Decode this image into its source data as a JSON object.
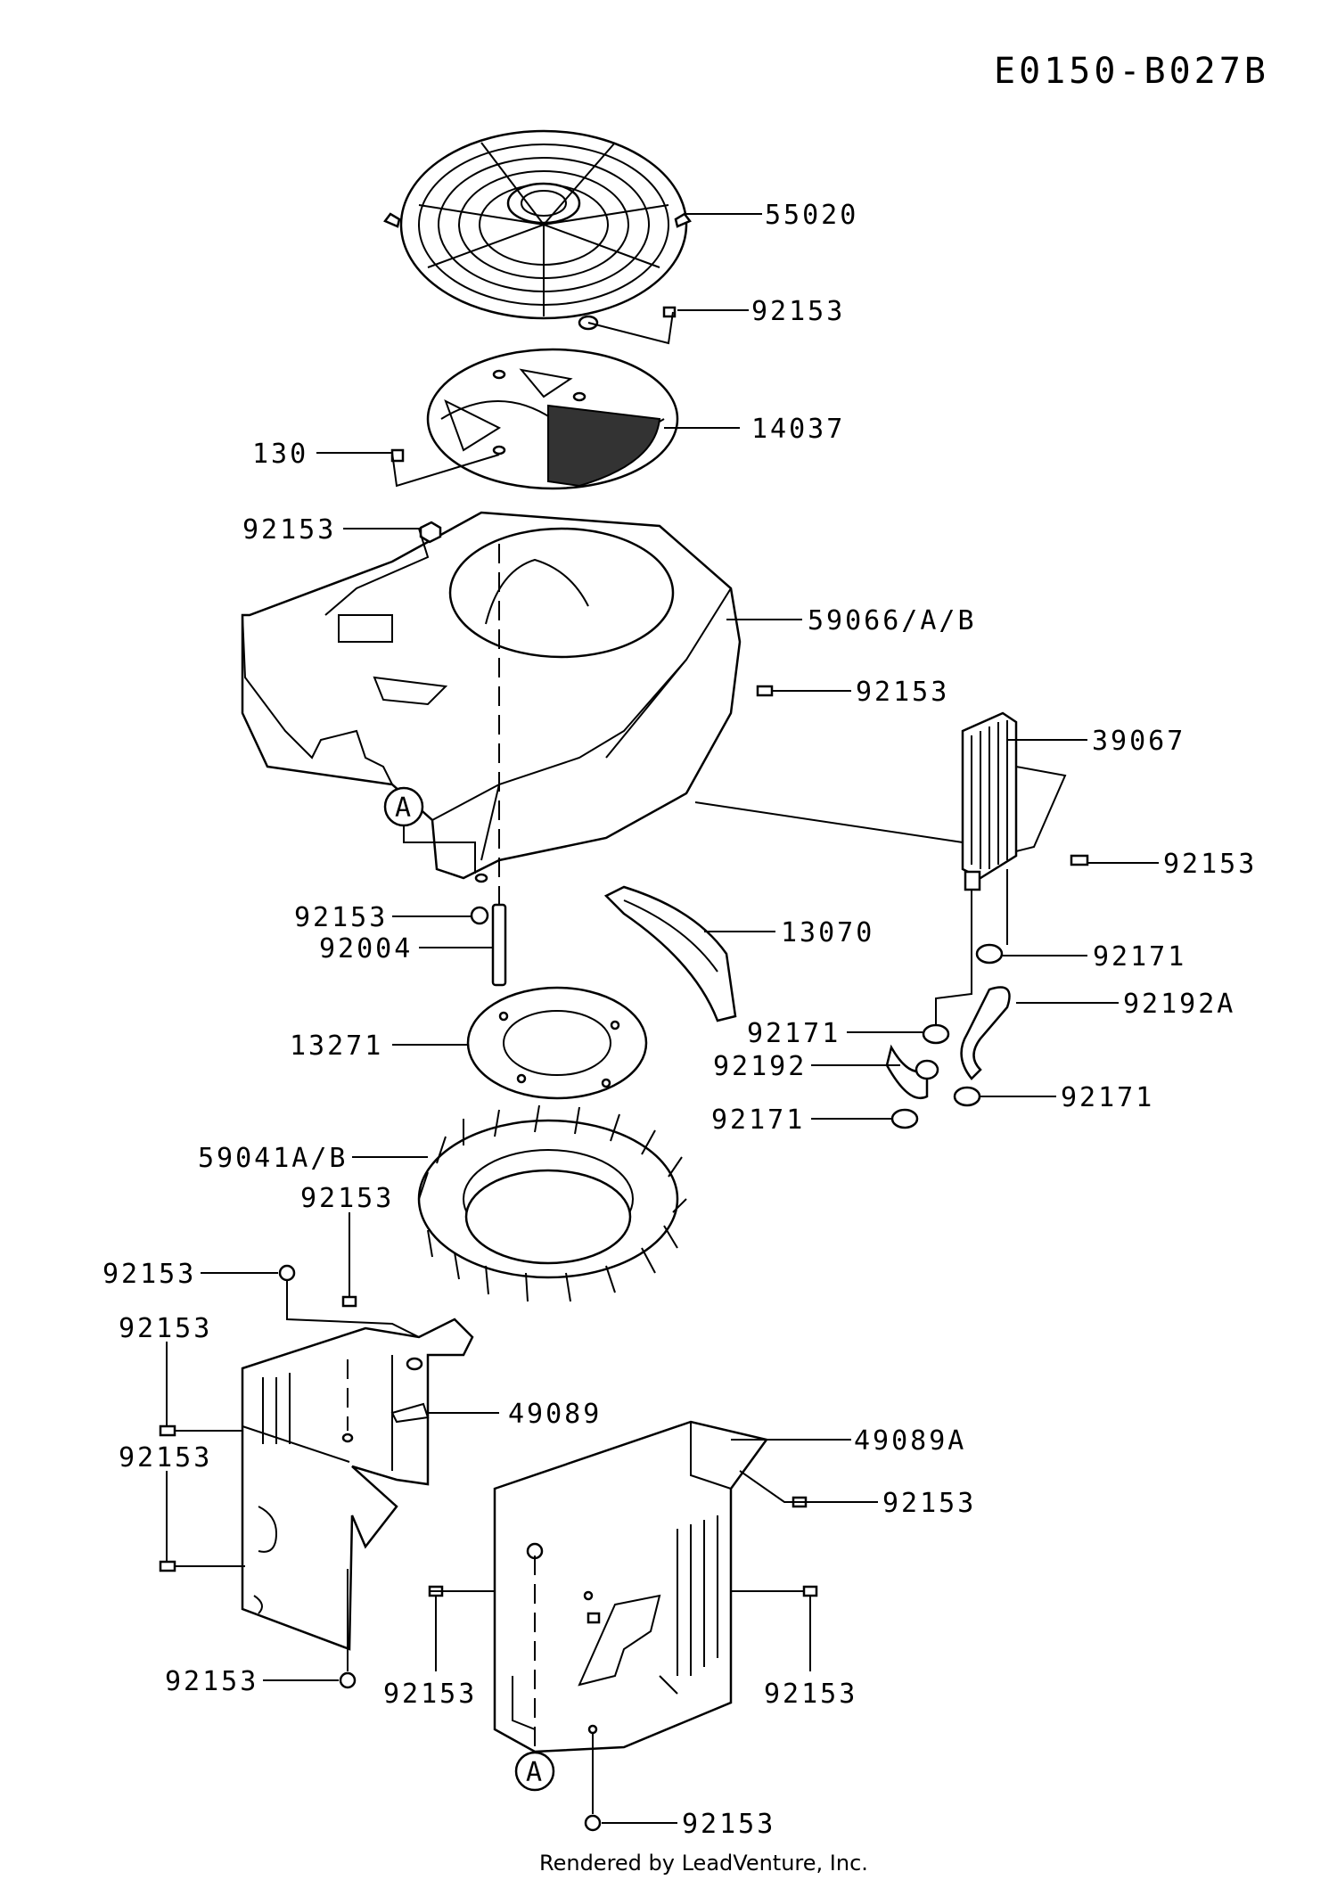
{
  "diagram_code": "E0150-B027B",
  "credit": "Rendered by LeadVenture, Inc.",
  "callout_letter": "A",
  "labels": {
    "p55020": "55020",
    "p92153_screen": "92153",
    "p14037": "14037",
    "p130": "130",
    "p92153_top_left": "92153",
    "p59066": "59066/A/B",
    "p92153_housing_right": "92153",
    "p39067": "39067",
    "p92153_cooler": "92153",
    "p92153_housing_bottom": "92153",
    "p92004": "92004",
    "p13070": "13070",
    "p92171_upper": "92171",
    "p92192A": "92192A",
    "p92171_mid": "92171",
    "p92192": "92192",
    "p92171_right": "92171",
    "p92171_lower": "92171",
    "p13271": "13271",
    "p59041": "59041A/B",
    "p92153_fan": "92153",
    "p92153_shroud_top": "92153",
    "p92153_left_upper": "92153",
    "p92153_left_lower": "92153",
    "p49089": "49089",
    "p49089A": "49089A",
    "p92153_right_shroud_bolt": "92153",
    "p92153_bottom_left": "92153",
    "p92153_bottom_mid_left": "92153",
    "p92153_bottom_mid_right": "92153",
    "p92153_bottom": "92153"
  }
}
